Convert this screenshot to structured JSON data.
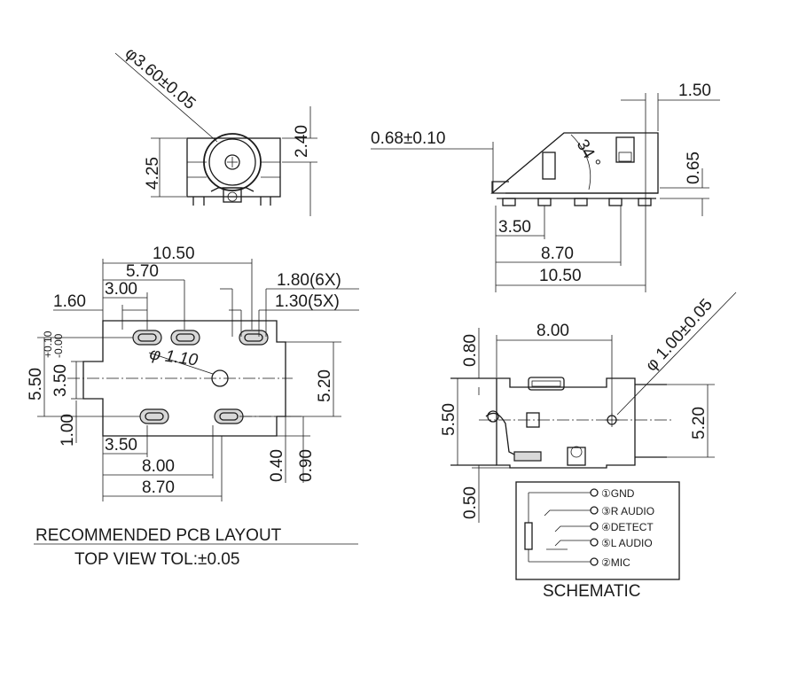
{
  "front_view": {
    "dia_jack": "φ3.60±0.05",
    "height": "4.25",
    "top": "2.40"
  },
  "side_view": {
    "thickness": "0.68±0.10",
    "angle": "34 °",
    "top_width": "1.50",
    "pin_height": "0.65",
    "d1": "3.50",
    "d2": "8.70",
    "d3": "10.50"
  },
  "pcb_layout": {
    "width": "10.50",
    "d_570": "5.70",
    "d_300": "3.00",
    "d_160": "1.60",
    "slot_6x": "1.80(6X)",
    "slot_5x": "1.30(5X)",
    "hole_dia": "φ 1.10",
    "left_550": "5.50",
    "left_350": "3.50",
    "tol_plus": "+0.10",
    "tol_minus": "-0.00",
    "left_100": "1.00",
    "right_520": "5.20",
    "bot_350": "3.50",
    "bot_800": "8.00",
    "bot_870": "8.70",
    "bot_040": "0.40",
    "bot_090": "0.90",
    "title": "RECOMMENDED PCB LAYOUT",
    "subtitle": "TOP VIEW TOL:±0.05"
  },
  "bottom_view": {
    "width": "8.00",
    "top_080": "0.80",
    "hole": "φ 1.00±0.05",
    "left_550": "5.50",
    "right_520": "5.20",
    "bot_050": "0.50"
  },
  "schematic": {
    "pins": [
      "①GND",
      "③R AUDIO",
      "④DETECT",
      "⑤L AUDIO",
      "②MIC"
    ],
    "label": "SCHEMATIC"
  }
}
